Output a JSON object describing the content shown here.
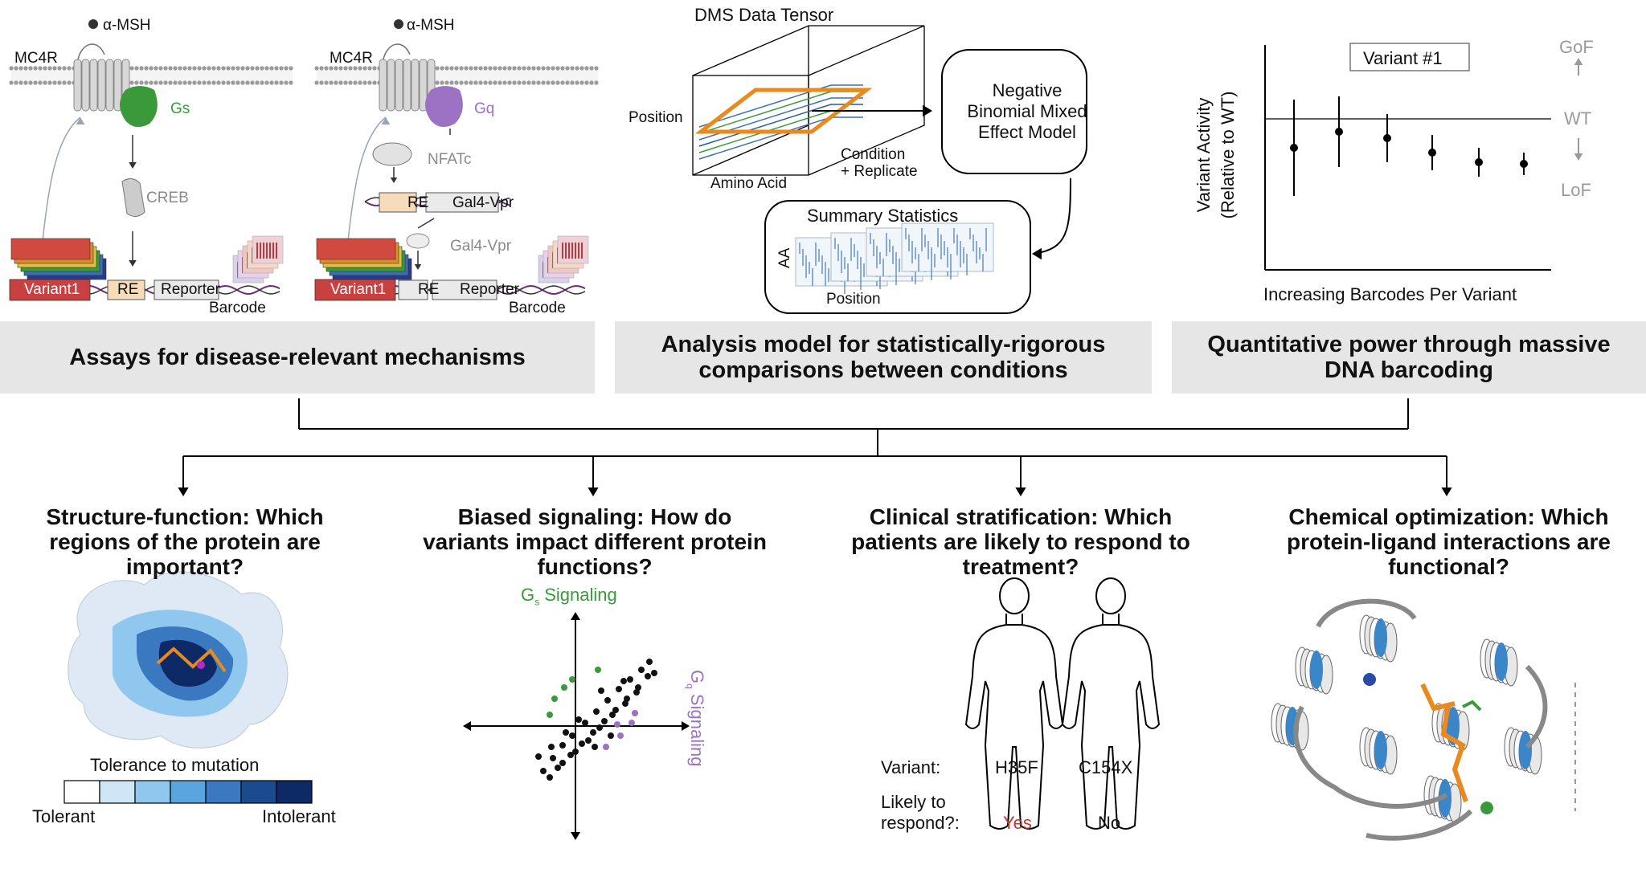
{
  "assays": {
    "panel1": {
      "ligand": "α-MSH",
      "receptor": "MC4R",
      "gprotein": "Gs",
      "tf": "CREB",
      "variant": "Variant1",
      "re": "RE",
      "reporter": "Reporter",
      "barcode": "Barcode"
    },
    "panel2": {
      "ligand": "α-MSH",
      "receptor": "MC4R",
      "gprotein": "Gq",
      "tf": "NFATc",
      "re_top": "RE",
      "gal4_gene": "Gal4-Vpr",
      "gal4_protein": "Gal4-Vpr",
      "variant": "Variant1",
      "re": "RE",
      "reporter": "Reporter",
      "barcode": "Barcode"
    },
    "caption": "Assays for disease-relevant mechanisms"
  },
  "model": {
    "tensor_title": "DMS Data Tensor",
    "position_label": "Position",
    "aa_label": "Amino Acid",
    "condition_label": "Condition\n+ Replicate",
    "model_box": "Negative\nBinomial Mixed\nEffect Model",
    "summary_title": "Summary Statistics",
    "summary_aa": "AA",
    "summary_position": "Position",
    "caption": "Analysis model for statistically-rigorous comparisons between conditions"
  },
  "barcode_plot": {
    "legend": "Variant #1",
    "ylabel_line1": "Variant Activity",
    "ylabel_line2": "(Relative to WT)",
    "xlabel": "Increasing Barcodes Per Variant",
    "gof": "GoF",
    "wt": "WT",
    "lof": "LoF",
    "caption": "Quantitative power through massive DNA barcoding"
  },
  "applications": {
    "structure": {
      "title": "Structure-function: Which regions of the protein are important?",
      "legend_title": "Tolerance to mutation",
      "tolerant": "Tolerant",
      "intolerant": "Intolerant",
      "scale_colors": [
        "#ffffff",
        "#cfe6f6",
        "#8fc7ee",
        "#5aa4e0",
        "#3a78c0",
        "#1c4a8e",
        "#0d2a66"
      ]
    },
    "biased": {
      "title": "Biased signaling: How do variants impact different protein functions?",
      "gs_label": "G",
      "gs_sub": "s",
      "gs_rest": " Signaling",
      "gq_label": "G",
      "gq_sub": "q",
      "gq_rest": " Signaling",
      "gs_color": "#3a9a3a",
      "gq_color": "#9b72c4"
    },
    "clinical": {
      "title": "Clinical stratification: Which patients are likely to respond to treatment?",
      "variant_label": "Variant:",
      "variant1": "H35F",
      "variant2": "C154X",
      "respond_label": "Likely to\nrespond?:",
      "respond1": "Yes",
      "respond2": "No",
      "yes_color": "#c0392b"
    },
    "chemical": {
      "title": "Chemical optimization: Which protein-ligand interactions are functional?"
    }
  }
}
